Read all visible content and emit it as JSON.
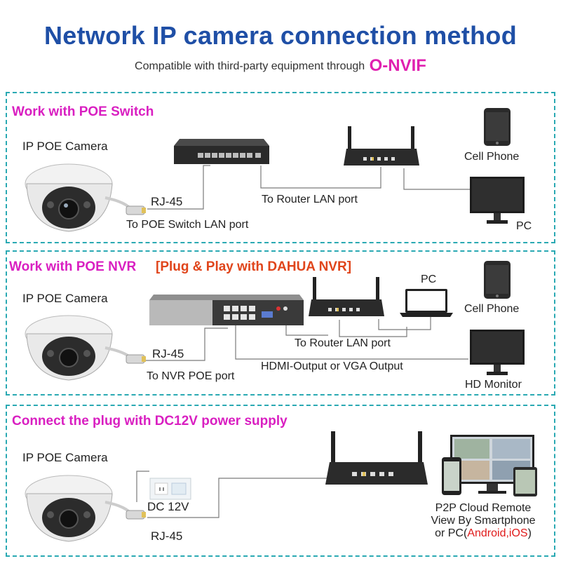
{
  "header": {
    "title": "Network IP camera connection method",
    "subtitle": "Compatible with third-party equipment through",
    "subtitle_brand": "O-NVIF"
  },
  "section1": {
    "title": "Work with POE Switch",
    "camera_label": "IP POE Camera",
    "rj45": "RJ-45",
    "switch_port": "To POE Switch LAN port",
    "router_port": "To Router LAN port",
    "phone": "Cell Phone",
    "pc": "PC"
  },
  "section2": {
    "title": "Work with POE NVR",
    "plug_play": "[Plug & Play with DAHUA NVR]",
    "camera_label": "IP POE Camera",
    "rj45": "RJ-45",
    "nvr_port": "To NVR POE port",
    "router_port": "To Router LAN port",
    "hdmi": "HDMI-Output or VGA Output",
    "pc": "PC",
    "phone": "Cell Phone",
    "monitor": "HD Monitor"
  },
  "section3": {
    "title": "Connect the plug with DC12V power supply",
    "camera_label": "IP POE Camera",
    "dc": "DC 12V",
    "rj45": "RJ-45",
    "p2p_line1": "P2P Cloud Remote",
    "p2p_line2": "View By Smartphone",
    "p2p_line3_prefix": "or PC(",
    "p2p_line3_os": "Android,iOS",
    "p2p_line3_suffix": ")"
  },
  "colors": {
    "title": "#1f4fa6",
    "brand": "#e020b0",
    "section_title": "#d91fc1",
    "plug_play": "#e0451b",
    "panel_border": "#2aa9b3",
    "os_text": "#e01b1b"
  }
}
